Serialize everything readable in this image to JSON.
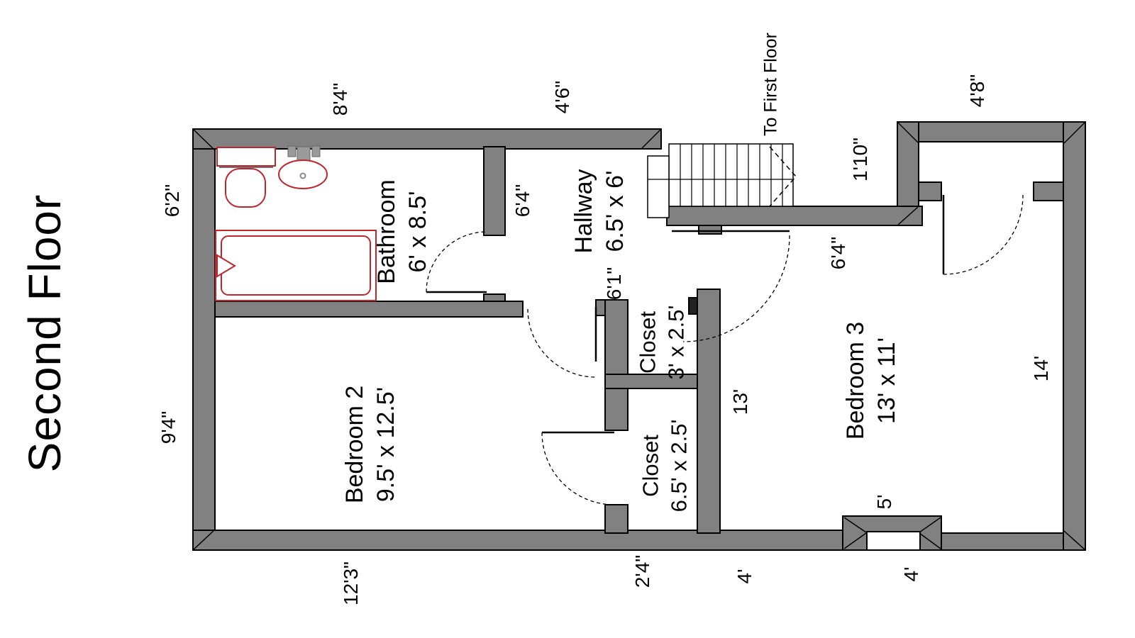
{
  "title": "Second Floor",
  "stairs": {
    "label": "To First Floor"
  },
  "rooms": {
    "bathroom": {
      "name": "Bathroom",
      "dims": "6' x 8.5'"
    },
    "hallway": {
      "name": "Hallway",
      "dims": "6.5' x 6'"
    },
    "closet_small": {
      "name": "Closet",
      "dims": "3' x 2.5'"
    },
    "closet_large": {
      "name": "Closet",
      "dims": "6.5' x 2.5'"
    },
    "bedroom2": {
      "name": "Bedroom 2",
      "dims": "9.5' x 12.5'"
    },
    "bedroom3": {
      "name": "Bedroom 3",
      "dims": "13' x 11'"
    }
  },
  "dimensions": {
    "top_bathroom": "8'4\"",
    "top_hallway": "4'6\"",
    "top_right_room": "4'8\"",
    "left_bathroom": "6'2\"",
    "left_bedroom2": "9'4\"",
    "bottom_bedroom2": "12'3\"",
    "bottom_closet": "2'4\"",
    "bottom_bedroom3_left": "4'",
    "bottom_bedroom3_right": "4'",
    "stair_landing": "1'10\"",
    "bathroom_hall_wall": "6'4\"",
    "below_stairs_wall": "6'4\"",
    "closet_entry": "6'1\"",
    "bedroom3_width": "13'",
    "bedroom3_height": "14'",
    "chimney_bump": "5'"
  },
  "colors": {
    "wall": "#818181",
    "outline": "#000000",
    "fixture": "#c0272d"
  }
}
